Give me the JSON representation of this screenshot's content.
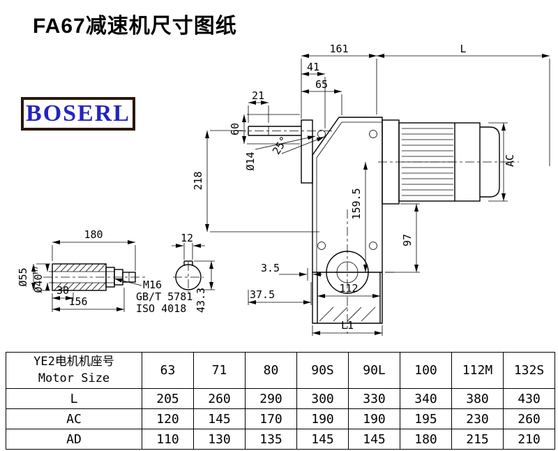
{
  "page": {
    "title": "FA67减速机尺寸图纸",
    "brand": "BOSERL"
  },
  "colors": {
    "brand_text": "#2323c3",
    "brand_border": "#2a1708",
    "line": "#000000",
    "paper": "#ffffff"
  },
  "main_view": {
    "dims": {
      "d161": "161",
      "L": "L",
      "d41": "41",
      "d65": "65",
      "d21": "21",
      "d60": "60",
      "dia14": "Ø14",
      "d218": "218",
      "angle": "25°",
      "d159_5": "159.5",
      "AC": "AC",
      "d97": "97",
      "d3_5": "3.5",
      "d37_5": "37.5",
      "d112": "112",
      "L1": "L1"
    }
  },
  "detail_view": {
    "dims": {
      "d180": "180",
      "d12": "12",
      "dia55": "Ø55",
      "dia40": "Ø40",
      "tol": "H7",
      "d30": "30",
      "d156": "156",
      "d43_3": "43.3"
    },
    "callout": {
      "thread": "M16",
      "std_gb": "GB/T 5781",
      "std_iso": "ISO 4018"
    }
  },
  "table": {
    "header_line1": "YE2电机机座号",
    "header_line2": "Motor Size",
    "sizes": [
      "63",
      "71",
      "80",
      "90S",
      "90L",
      "100",
      "112M",
      "132S"
    ],
    "rows": [
      {
        "label": "L",
        "values": [
          "205",
          "260",
          "290",
          "300",
          "330",
          "340",
          "380",
          "430"
        ]
      },
      {
        "label": "AC",
        "values": [
          "120",
          "145",
          "170",
          "190",
          "190",
          "195",
          "230",
          "260"
        ]
      },
      {
        "label": "AD",
        "values": [
          "110",
          "130",
          "135",
          "145",
          "145",
          "180",
          "215",
          "210"
        ]
      }
    ]
  }
}
